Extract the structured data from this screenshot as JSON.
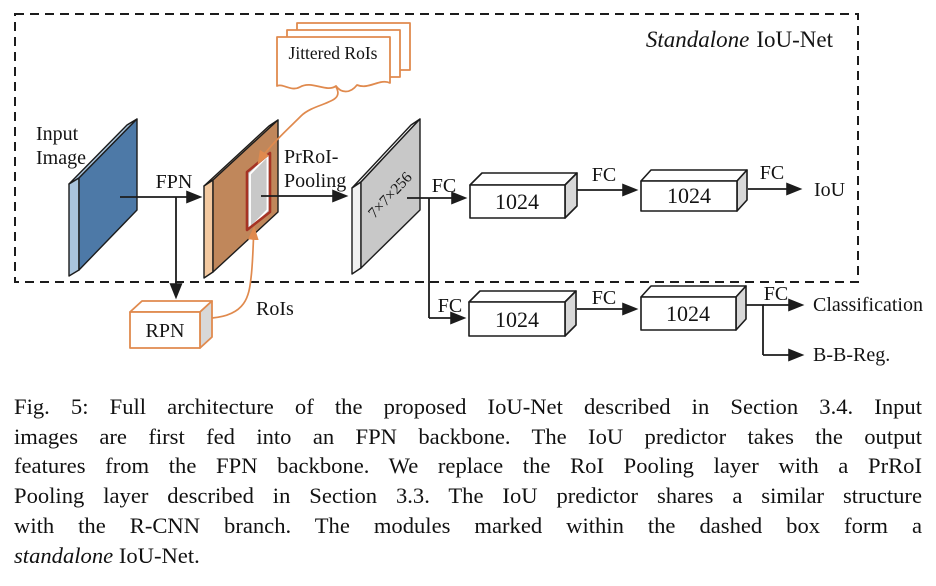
{
  "figure": {
    "box_title": {
      "italic": "Standalone",
      "rest": "IoU-Net"
    },
    "labels": {
      "input_line1": "Input",
      "input_line2": "Image",
      "fpn": "FPN",
      "jittered_rois": "Jittered RoIs",
      "prroi_line1": "PrRoI-",
      "prroi_line2": "Pooling",
      "feature_map": "7×7×256",
      "fc": "FC",
      "hidden_units": "1024",
      "rpn": "RPN",
      "rois": "RoIs",
      "iou": "IoU",
      "classification": "Classification",
      "bbreg": "B-B-Reg."
    },
    "colors": {
      "input_face": "#4d79a7",
      "input_side": "#a9c4dd",
      "feature_face": "#c0875b",
      "feature_side": "#f3c9a0",
      "pooled_face": "#c8c8c8",
      "pooled_side": "#f2f2f2",
      "box_side": "#d8d8d8",
      "accent_orange": "#e08a4e",
      "roi_red": "#a63324",
      "line_black": "#1c1c1c"
    }
  },
  "caption": {
    "lines": [
      "Fig. 5: Full architecture of the proposed IoU-Net described in Section 3.4. Input",
      "images are first fed into an FPN backbone. The IoU predictor takes the output",
      "features from the FPN backbone. We replace the RoI Pooling layer with a PrRoI",
      "Pooling layer described in Section 3.3. The IoU predictor shares a similar structure",
      "with the R-CNN branch. The modules marked within the dashed box form a"
    ],
    "last_line": {
      "italic": "standalone",
      "rest": " IoU-Net."
    }
  }
}
